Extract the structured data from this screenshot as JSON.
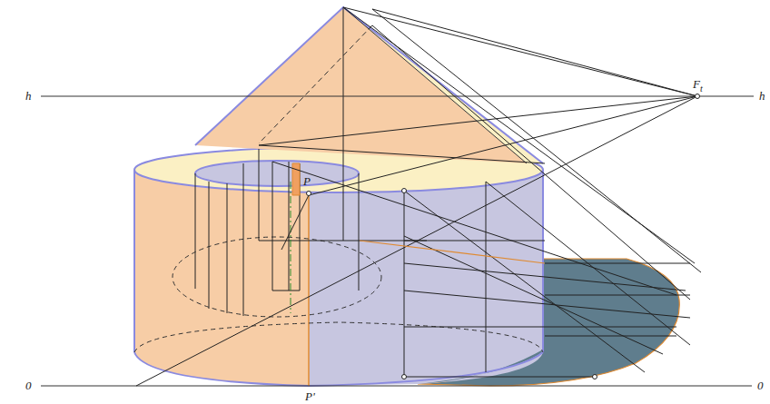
{
  "diagram": {
    "labels": [
      "h",
      "h",
      "Ft",
      "P",
      "P'",
      "0",
      "0"
    ]
  }
}
